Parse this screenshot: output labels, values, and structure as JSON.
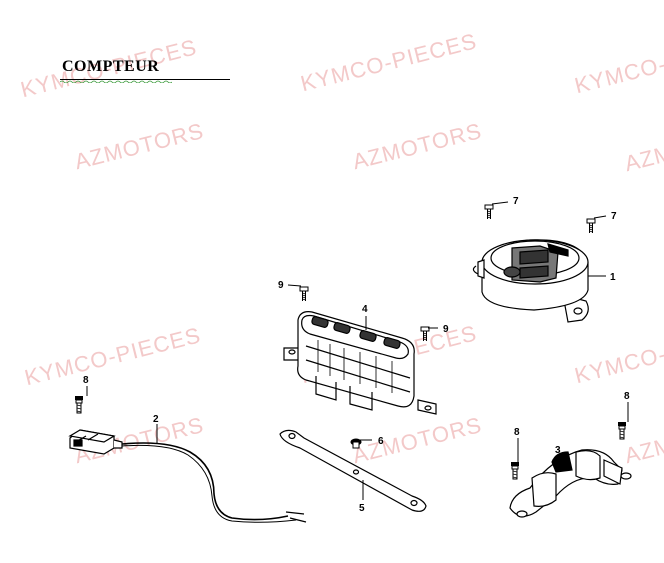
{
  "title": "COMPTEUR",
  "watermarks": {
    "kymco": "KYMCO-PIECES",
    "az": "AZMOTORS"
  },
  "callouts": {
    "c1": "1",
    "c2": "2",
    "c3": "3",
    "c4": "4",
    "c5": "5",
    "c6": "6",
    "c7a": "7",
    "c7b": "7",
    "c8a": "8",
    "c8b": "8",
    "c8c": "8",
    "c9a": "9",
    "c9b": "9"
  },
  "colors": {
    "line": "#000000",
    "watermark": "#f3c9c9"
  }
}
